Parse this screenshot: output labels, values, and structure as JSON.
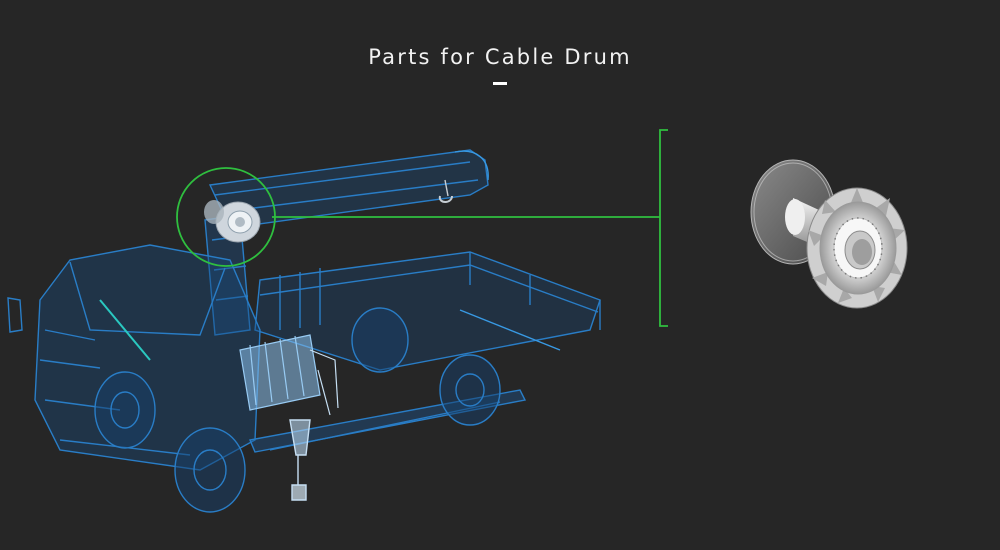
{
  "header": {
    "title": "Parts for Cable Drum"
  },
  "colors": {
    "background": "#262626",
    "accent_green": "#2fbf3f",
    "wireframe_blue": "#2e8fd9"
  },
  "illustration": {
    "main": "crane-truck-wireframe",
    "highlight": "cable-drum-callout",
    "detail": "cable-drum-part"
  }
}
